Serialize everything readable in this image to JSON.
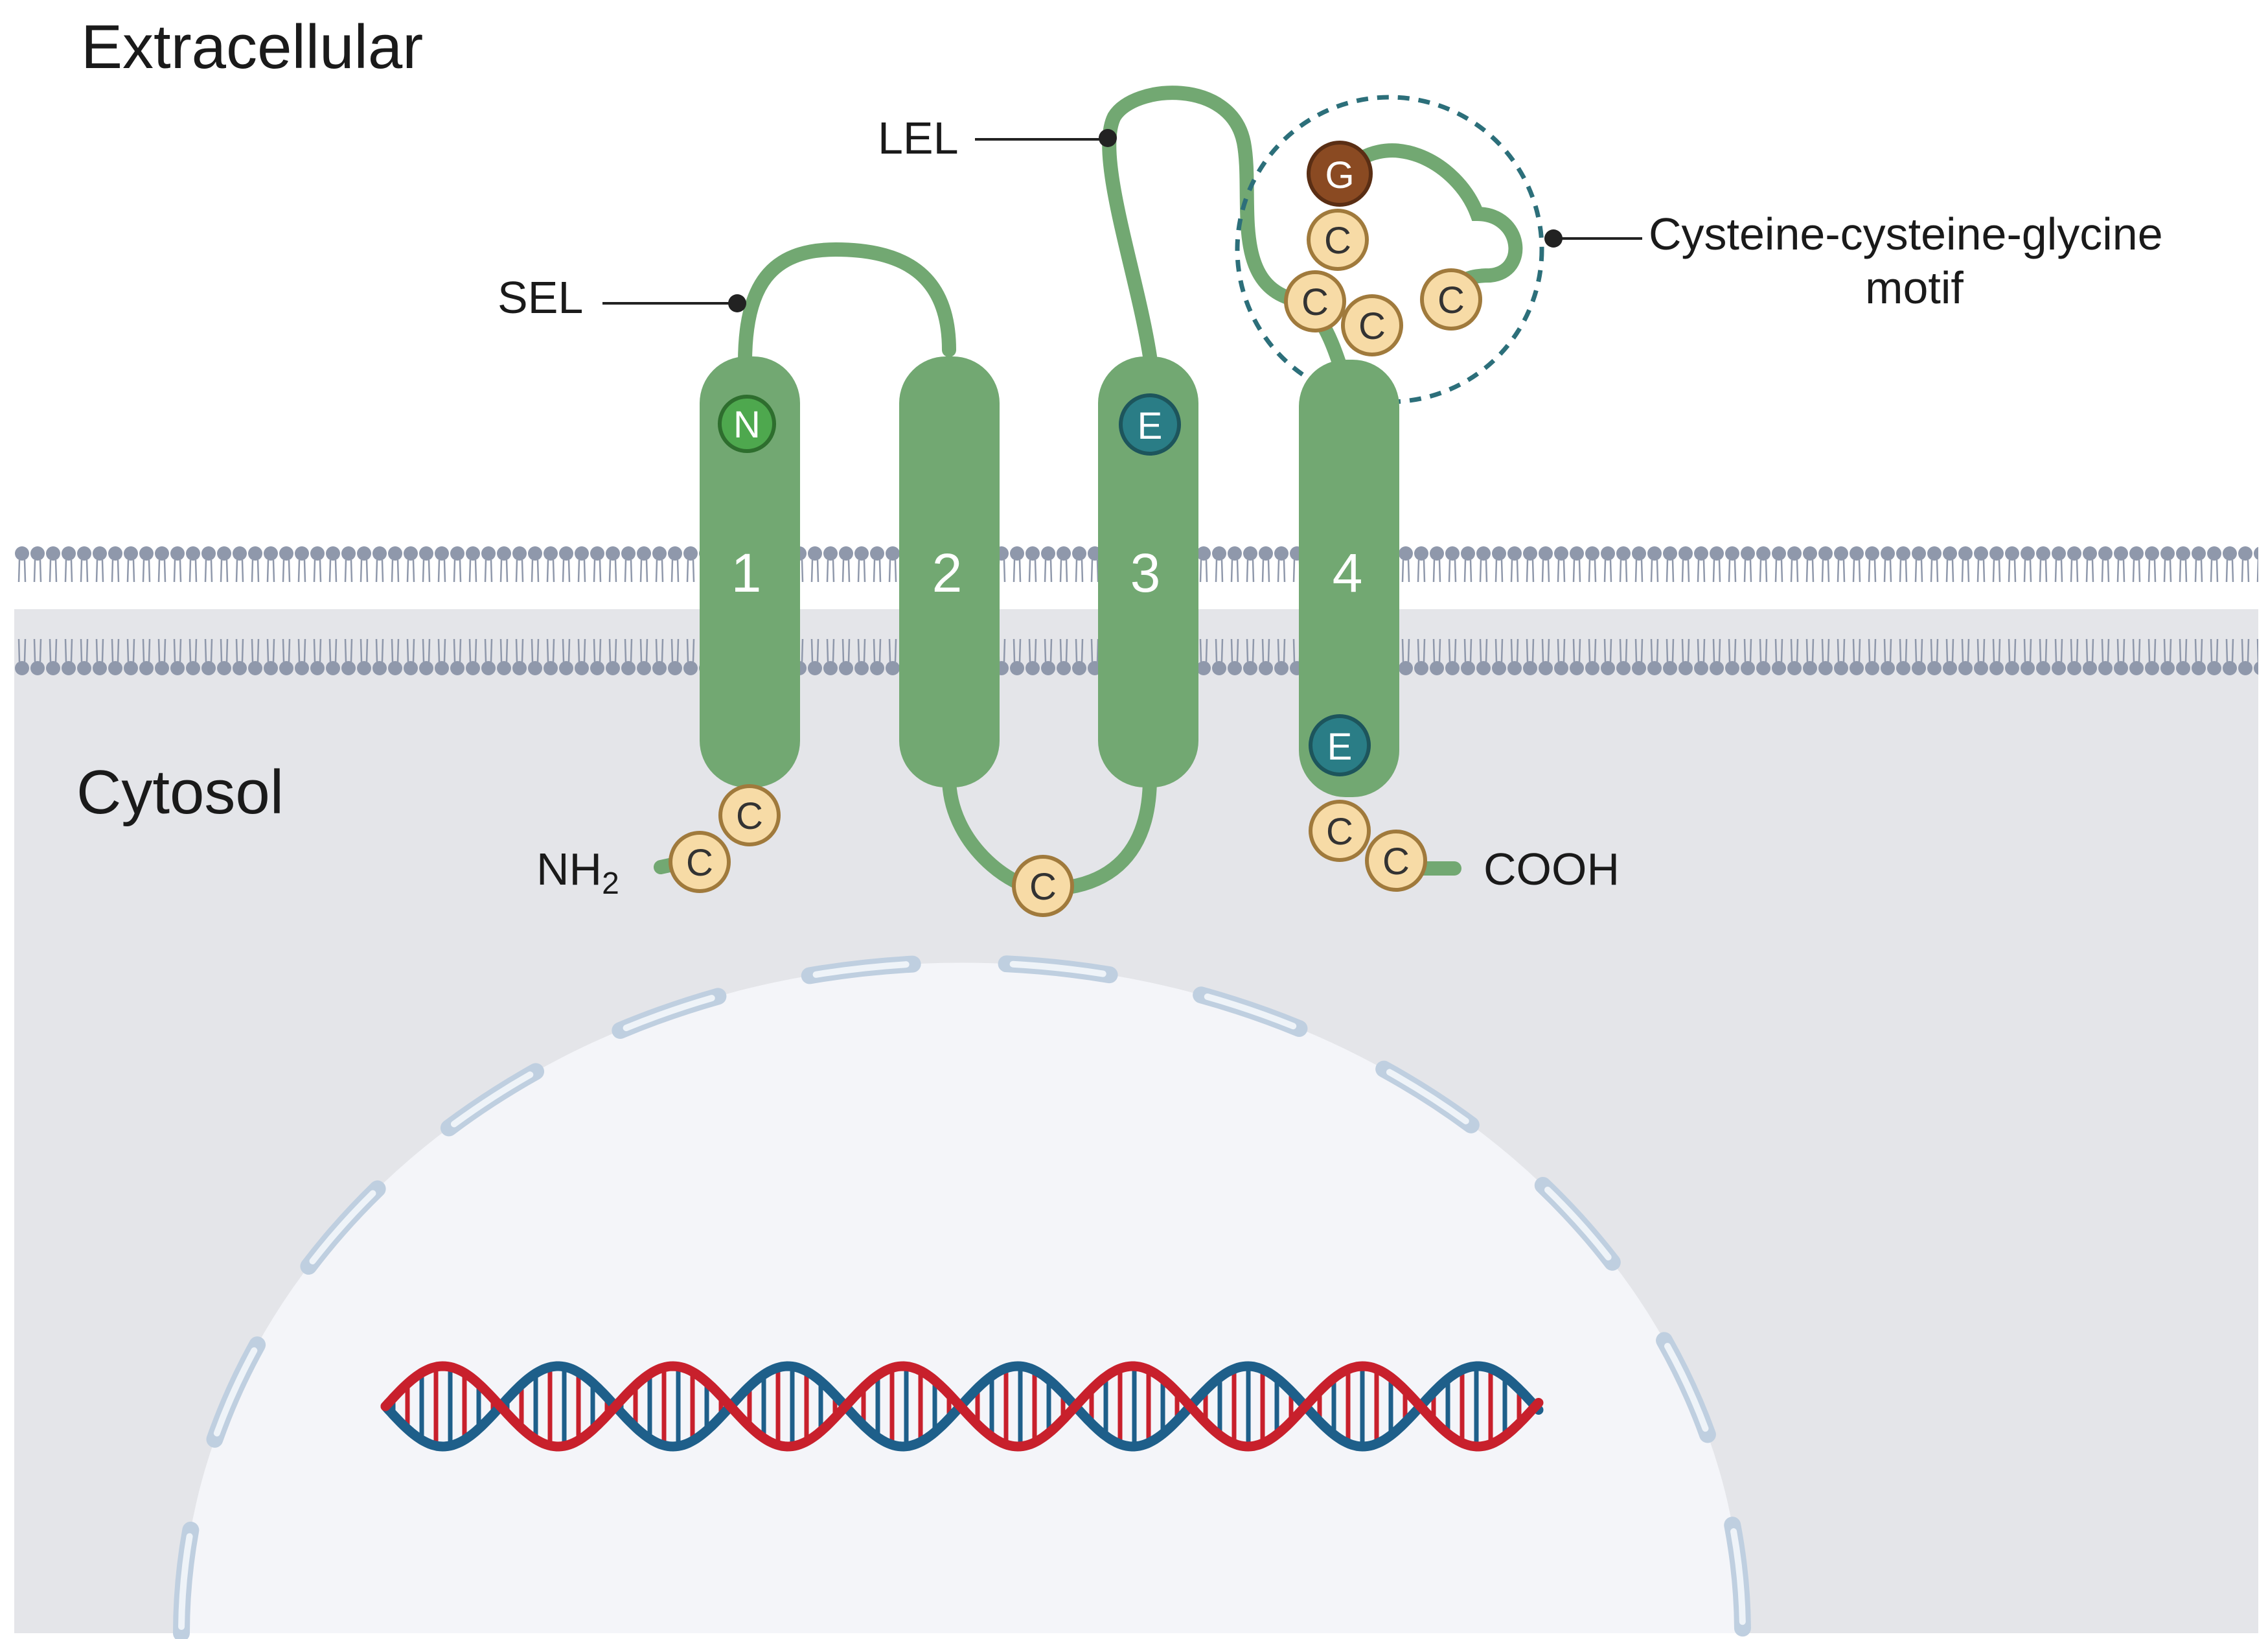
{
  "regions": {
    "extracellular": "Extracellular",
    "cytosol": "Cytosol"
  },
  "helices": [
    "1",
    "2",
    "3",
    "4"
  ],
  "callouts": {
    "sel": "SEL",
    "lel": "LEL",
    "motif_line1": "Cysteine-cysteine-glycine",
    "motif_line2": "motif"
  },
  "termini": {
    "n_terminus_base": "NH",
    "n_terminus_sub": "2",
    "c_terminus": "COOH"
  },
  "residues": {
    "asparagine": "N",
    "glutamate": "E",
    "cysteine": "C",
    "glycine": "G"
  },
  "colors": {
    "protein_green": "#72a872",
    "asparagine_fill": "#4ea84e",
    "glutamate_fill": "#2a7d86",
    "cysteine_fill": "#f7dba6",
    "cysteine_stroke": "#a07a3c",
    "glycine_fill": "#8a4a22",
    "lipid_head": "#8f98ab",
    "cytosol_bg": "#e4e5e9",
    "nucleus_fill": "#f4f5f9",
    "nuclear_envelope": "#bfcfe0",
    "dna_red": "#c8202c",
    "dna_blue": "#1e5f8a",
    "motif_circle": "#2c6f7a"
  }
}
